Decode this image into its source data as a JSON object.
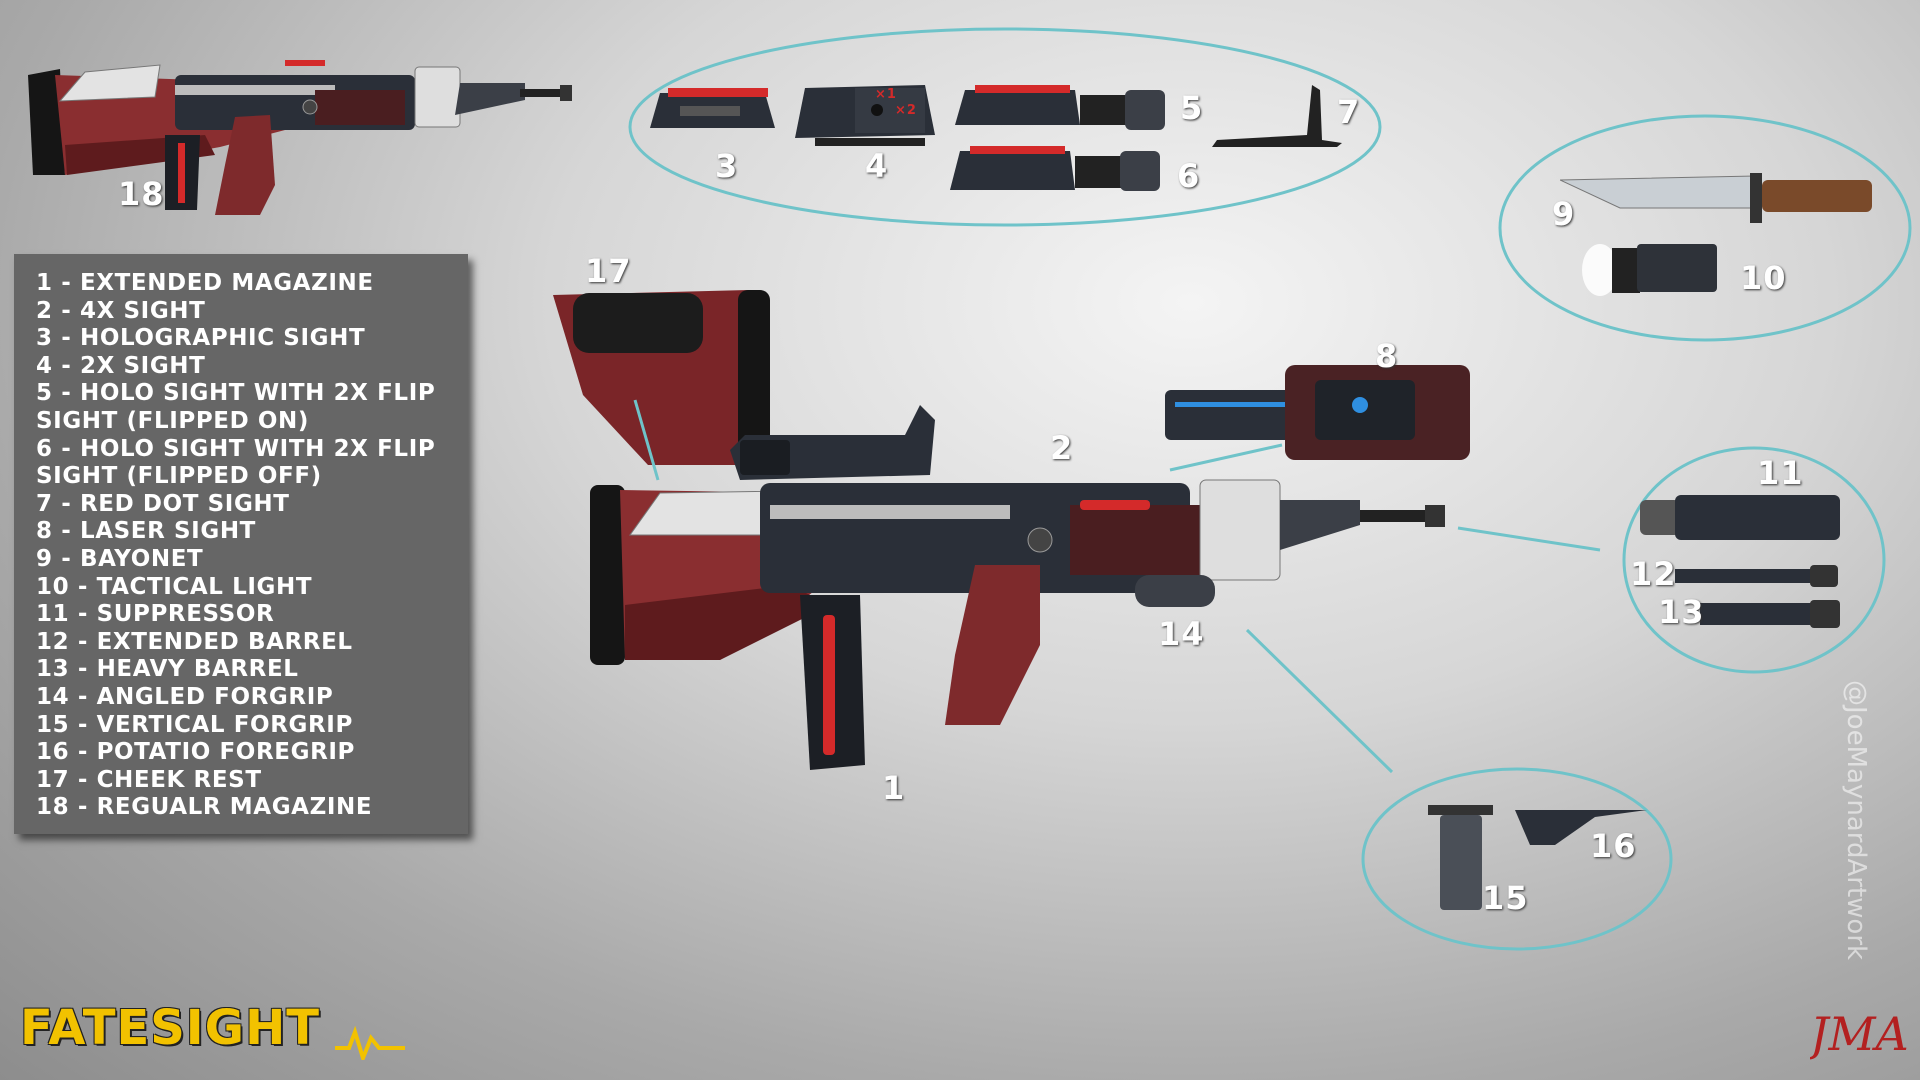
{
  "legend": {
    "items": [
      "1 - EXTENDED MAGAZINE",
      "2 - 4X SIGHT",
      "3 - HOLOGRAPHIC SIGHT",
      "4 - 2X SIGHT",
      "5 - HOLO SIGHT WITH 2X FLIP\nSIGHT (FLIPPED ON)",
      "6 - HOLO SIGHT WITH 2X FLIP\nSIGHT (FLIPPED OFF)",
      "7 - RED DOT SIGHT",
      "8 - LASER SIGHT",
      "9 - BAYONET",
      "10 - TACTICAL LIGHT",
      "11 - SUPPRESSOR",
      "12 - EXTENDED BARREL",
      "13 - HEAVY BARREL",
      "14 - ANGLED FORGRIP",
      "15 - VERTICAL FORGRIP",
      "16 - POTATIO FOREGRIP",
      "17 - CHEEK REST",
      "18 - REGUALR MAGAZINE"
    ]
  },
  "callouts": {
    "n1": "1",
    "n2": "2",
    "n3": "3",
    "n4": "4",
    "n5": "5",
    "n6": "6",
    "n7": "7",
    "n8": "8",
    "n9": "9",
    "n10": "10",
    "n11": "11",
    "n12": "12",
    "n13": "13",
    "n14": "14",
    "n15": "15",
    "n16": "16",
    "n17": "17",
    "n18": "18"
  },
  "sight_marks": {
    "x1": "×1",
    "x2": "×2"
  },
  "brand": {
    "logo": "FATESIGHT",
    "watermark": "@JoeMaynardArtwork",
    "signature": "JMA"
  },
  "colors": {
    "accent_red": "#d42a2a",
    "gun_body": "#2a2f38",
    "stock_red": "#7a2528",
    "ring": "#6fc3c9",
    "logo_yellow": "#f2c200",
    "laser_blue": "#2f8fe0"
  }
}
